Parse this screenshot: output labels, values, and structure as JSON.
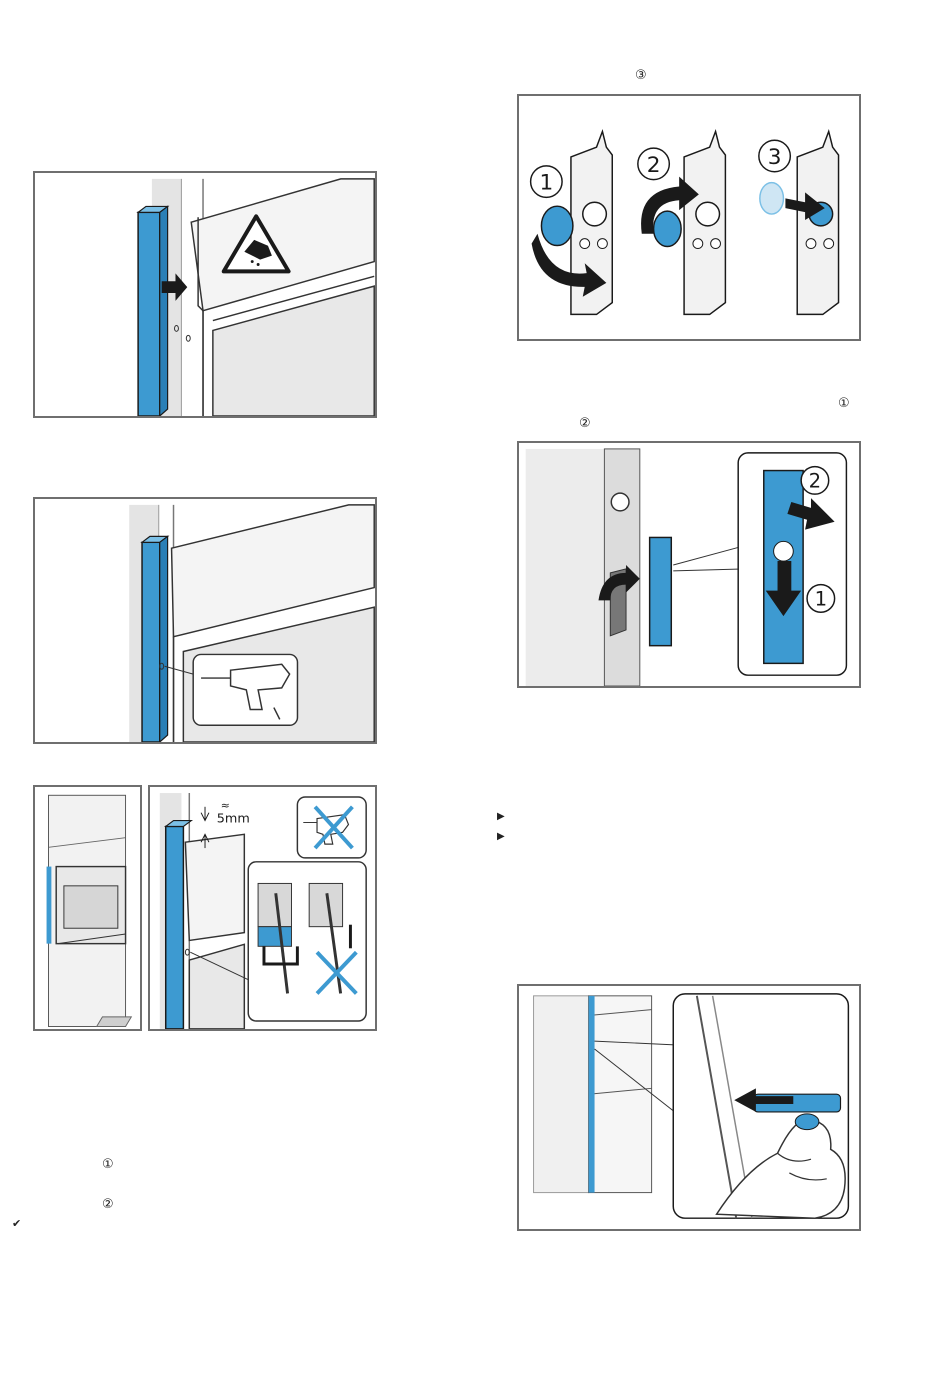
{
  "markers": {
    "top_step3": "③",
    "right_step1": "①",
    "right_step2": "②",
    "left_step1": "①",
    "left_step2": "②",
    "checkmark": "✔"
  },
  "bullets": [
    "▶",
    "▶"
  ],
  "figures": {
    "screw_steps": {
      "labels": [
        "1",
        "2",
        "3"
      ]
    },
    "clip": {
      "labels": [
        "2",
        "1"
      ]
    },
    "gap": {
      "label": "5mm",
      "approx": "≈"
    }
  },
  "icons": [
    "warning-crush-icon",
    "drill-icon",
    "no-drill-icon",
    "cross-icon",
    "arrow-icon",
    "screw-icon",
    "hand-icon"
  ],
  "colors": {
    "accent_blue": "#3d9ad1",
    "frame": "#6f6f6f",
    "panel": "#e6e6e6",
    "line": "#1a1a1a"
  }
}
